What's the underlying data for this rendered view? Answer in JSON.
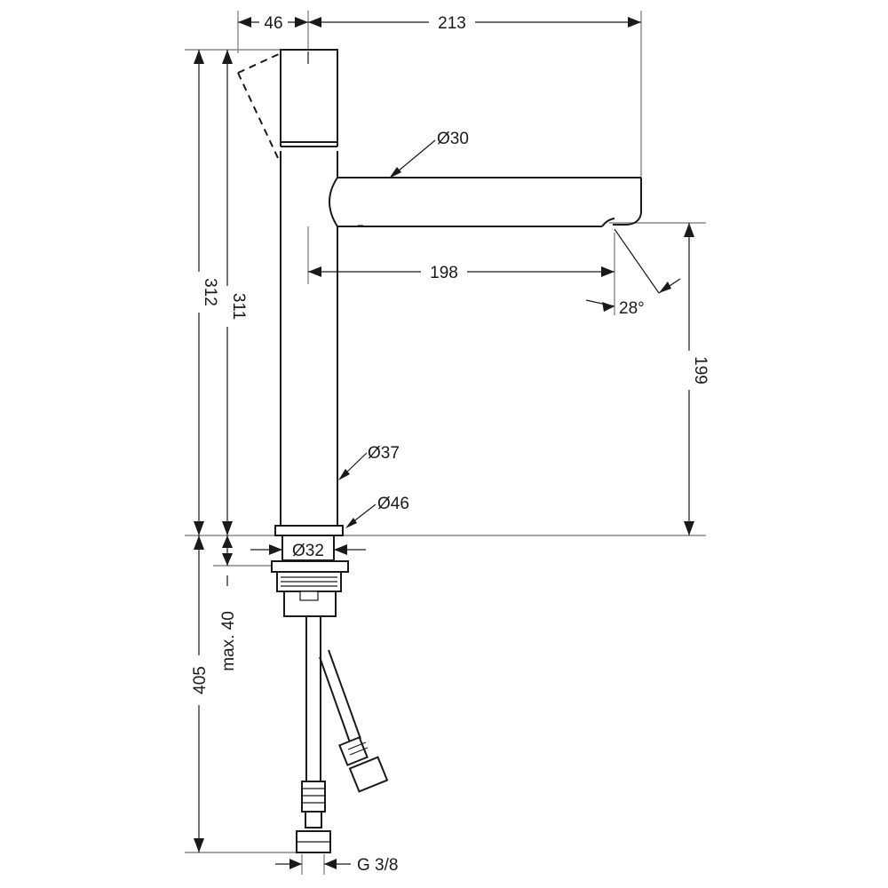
{
  "dimensions": {
    "top_width": "46",
    "top_reach": "213",
    "spout_diameter": "Ø30",
    "spout_reach": "198",
    "spout_angle": "28°",
    "spout_height": "199",
    "total_height": "312",
    "lever_height": "311",
    "body_diameter": "Ø37",
    "base_diameter": "Ø46",
    "hole_diameter": "Ø32",
    "max_deck": "max. 40",
    "hose_length": "405",
    "connection": "G 3/8"
  }
}
